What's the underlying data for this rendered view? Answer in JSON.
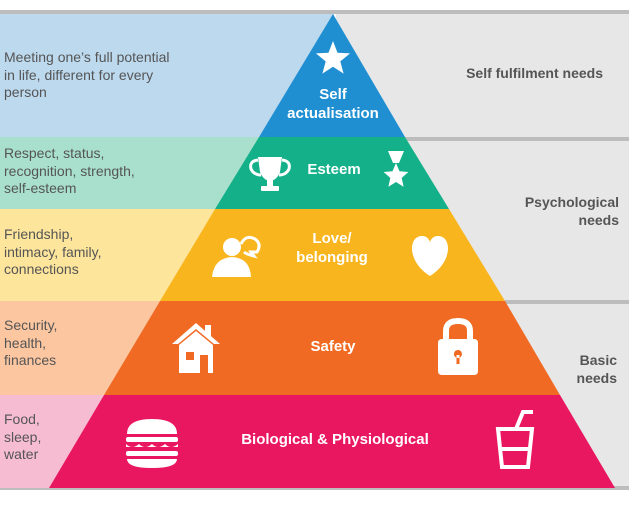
{
  "tiers": [
    {
      "label_lines": [
        "Self",
        "actualisation"
      ],
      "description_lines": [
        "Meeting one’s full potential",
        "in life, different for every",
        "person"
      ],
      "icon": "star-icon",
      "color": "#1f8fd1",
      "band_color": "#bcd9ee"
    },
    {
      "label_lines": [
        "Esteem"
      ],
      "description_lines": [
        "Respect, status,",
        "recognition, strength,",
        "self-esteem"
      ],
      "icon": "trophy-icon",
      "color": "#14b08a",
      "band_color": "#a9e0cd"
    },
    {
      "label_lines": [
        "Love/",
        "belonging"
      ],
      "description_lines": [
        "Friendship,",
        "intimacy, family,",
        "connections"
      ],
      "icon": "heart-icon",
      "color": "#f8b51d",
      "band_color": "#fde59c"
    },
    {
      "label_lines": [
        "Safety"
      ],
      "description_lines": [
        "Security,",
        "health,",
        "finances"
      ],
      "icon": "padlock-icon",
      "color": "#f06a23",
      "band_color": "#fbc6a0"
    },
    {
      "label_lines": [
        "Biological & Physiological"
      ],
      "description_lines": [
        "Food,",
        "sleep,",
        "water"
      ],
      "icon": "burger-icon",
      "color": "#e9175f",
      "band_color": "#f6bcd2"
    }
  ],
  "categories": [
    {
      "lines": [
        "Self fulfilment needs"
      ]
    },
    {
      "lines": [
        "Psychological",
        "needs"
      ]
    },
    {
      "lines": [
        "Basic",
        "needs"
      ]
    }
  ],
  "colors": {
    "background": "#ffffff",
    "right_panel": "#e7e7e7",
    "divider": "#bdbdbd",
    "text": "#555555",
    "icon": "#ffffff"
  }
}
